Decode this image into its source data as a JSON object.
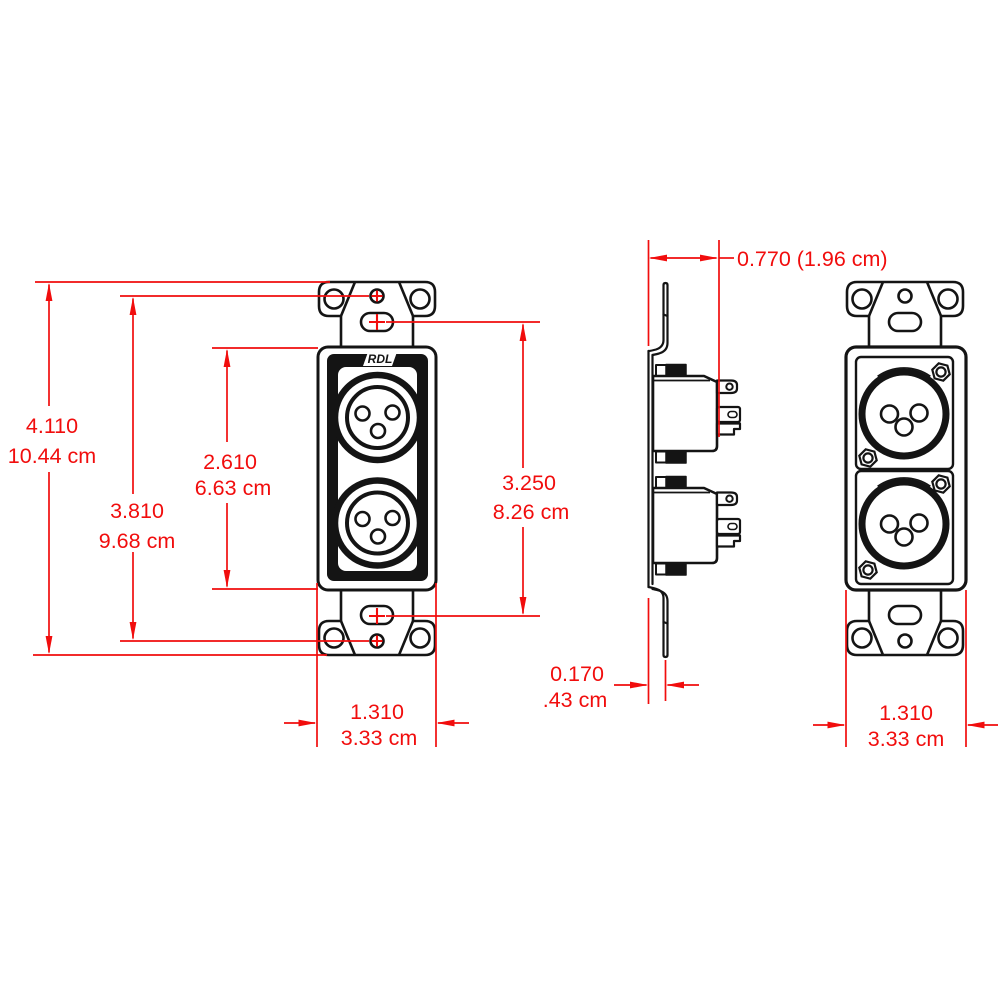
{
  "brand": "RDL",
  "colors": {
    "dimension_red": "#f10d0d",
    "line_black": "#141414",
    "background": "#ffffff"
  },
  "dimensions": {
    "overall_height": {
      "inches": "4.110",
      "metric": "10.44 cm"
    },
    "screw_spacing": {
      "inches": "3.810",
      "metric": "9.68 cm"
    },
    "opening_height": {
      "inches": "2.610",
      "metric": "6.63 cm"
    },
    "slot_spacing": {
      "inches": "3.250",
      "metric": "8.26 cm"
    },
    "front_width": {
      "inches": "1.310",
      "metric": "3.33 cm"
    },
    "depth": {
      "label": "0.770 (1.96 cm)"
    },
    "plate_offset": {
      "inches": "0.170",
      "metric": ".43 cm"
    },
    "rear_width": {
      "inches": "1.310",
      "metric": "3.33 cm"
    }
  }
}
